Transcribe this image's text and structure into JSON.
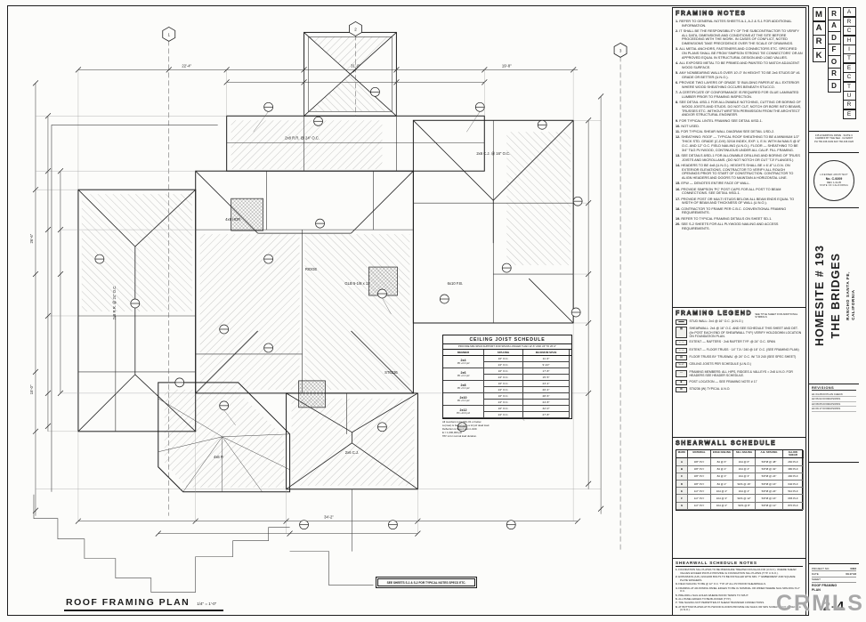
{
  "sheet": {
    "watermark": "CRMLS"
  },
  "plan": {
    "title": "ROOF FRAMING PLAN",
    "scale": "1/4\" = 1'-0\"",
    "note_box": "SEE SHEETS S-1 & S-2 FOR TYPICAL NOTES SPECS ETC.",
    "grid_bubbles": [
      "1",
      "2",
      "3"
    ],
    "dim_labels": [
      "22'-4\"",
      "31'-0\"",
      "19'-8\"",
      "26'-6\"",
      "15'-0\"",
      "34'-2\""
    ],
    "labels": [
      "2x8 R.R. @ 24\" O.C.",
      "2x6 C.J. @ 16\" O.C.",
      "4x8 HDR",
      "GLB 5-1/8 x 12",
      "6x10 F.B.",
      "2x6 C.J.",
      "4x6 P.",
      "ST6236",
      "2x8 R.R. @ 24\" O.C.",
      "RIDGE"
    ]
  },
  "framing_notes": {
    "title": "FRAMING NOTES",
    "notes": [
      "REFER TO GENERAL NOTES SHEETS A-1, A-2 & S-1 FOR ADDITIONAL INFORMATION.",
      "IT SHALL BE THE RESPONSIBILITY OF THE SUBCONTRACTOR TO VERIFY ALL DATA, DIMENSIONS AND CONDITIONS AT THE SITE BEFORE PROCEEDING WITH THE WORK. IN CASES OF CONFLICT, NOTED DIMENSIONS TAKE PRECEDENCE OVER THE SCALE OF DRAWINGS.",
      "ALL METAL ANCHORS, FASTENERS AND CONNECTORS ETC. SPECIFIED ON PLANS SHALL BE FROM 'SIMPSON STRONG TIE CONNECTORS' OR AN APPROVED EQUAL IN STRUCTURAL DESIGN AND LOAD VALUES.",
      "ALL EXPOSED METAL TO BE PRIMED AND PAINTED TO MATCH ADJACENT WOOD SURFACE.",
      "ANY NONBEARING WALLS OVER 10'-0\" IN HEIGHT TO BE 2x6 STUDS DF #1 GRADE OR BETTER (U.N.O.).",
      "PROVIDE TWO LAYERS OF GRADE 'D' BUILDING PAPER AT ALL EXTERIOR WHERE WOOD SHEATHING OCCURS BENEATH STUCCO.",
      "A CERTIFICATE OF CONFORMANCE IS REQUIRED FOR GLUE LAMINATED LUMBER PRIOR TO FRAMING INSPECTION.",
      "SEE DETAIL 4/SD-1 FOR ALLOWABLE NOTCHING, CUTTING OR BORING OF WOOD JOISTS AND STUDS. DO NOT CUT, NOTCH OR BORE INTO BEAMS, TRUSSES ETC. WITHOUT WRITTEN PERMISSION FROM THE ARCHITECT AND/OR STRUCTURAL ENGINEER.",
      "FOR TYPICAL LINTEL FRAMING SEE DETAIL 6/SD-1.",
      "NOT USED.",
      "FOR TYPICAL SHEAR WALL DIAGRAM SEE DETAIL 1/SD-2.",
      "SHEATHING:  ROOF — TYPICAL ROOF SHEATHING TO BE A MINIMUM 1/2\" THICK STD. GRADE (C-D/X) 32/16 INDEX, EXP. 1, E.N. WITH 8d NAILS @ 6\" O.C. AND 12\" O.C. FIELD NAILING (U.N.O.).  FLOOR — SHEATHING TO BE 3/4\" T&G PLYWOOD, CONTINUOUS UNDER ALL CALIF. FILL FRAMING.",
      "SEE DETAILS 8/SD-1 FOR ALLOWABLE DRILLING AND BORING OF TRUSS JOISTS AND MICROLLAMS. (DO NOT NOTCH OR CUT 'TJI' FLANGES.)",
      "HEADERS TO BE 4x8 (U.N.O.). HEIGHTS SHALL BE ± 6'-8\" U.O.N. ON EXTERIOR ELEVATIONS. CONTRACTOR TO VERIFY ALL ROUGH OPENINGS PRIOR TO START OF CONSTRUCTION. CONTRACTOR TO ALIGN HEADERS AND DOORS TO MAINTAIN A HORIZONTAL LINE.",
      "EFW — DENOTES ENTIRE FACE OF WALL.",
      "PROVIDE SIMPSON 'PC' POST CAPS FOR ALL POST TO BEAM CONNECTIONS. SEE DETAIL 9/SD-1.",
      "PROVIDE POST OR MULTI STUDS BELOW ALL BEAM ENDS EQUAL TO WIDTH OF BEAM AND THICKNESS OF WALL (U.N.O.).",
      "CONTRACTOR TO FRAME PER C.B.C. CONVENTIONAL FRAMING REQUIREMENTS.",
      "REFER TO TYPICAL FRAMING DETAILS ON SHEET SD-1.",
      "SEE S-2 SHEETS FOR ALL PLYWOOD NAILING AND ACCESS REQUIREMENTS."
    ]
  },
  "framing_legend": {
    "title": "FRAMING LEGEND",
    "title_note": "SEE TITLE SHEET FOR ADDITIONAL SYMBOLS",
    "items": [
      {
        "sym": "▬▬",
        "text": "STUD WALL: 2x4 @ 16\" O.C. (U.N.O.)"
      },
      {
        "sym": "▦",
        "text": "SHEARWALL: 2x4 @ 16\" O.C. AND SEE SCHEDULE THIS SHEET AND DET. (4x POST EACH END OF SHEARWALL TYP.) VERIFY HOLDDOWN LOCATION ON FOUNDATION PLAN."
      },
      {
        "sym": "←→",
        "text": "EXTENT — RAFTERS · 2x6 RAFTER TYP. @ 24\" O.C. SPAN"
      },
      {
        "sym": "←→",
        "text": "EXTENT — FLOOR TRUSS · 14\" TJI / 240 @ 16\" O.C. (SEE FRAMING PLAN)"
      },
      {
        "sym": "▤",
        "text": "FLOOR TRUSS BY 'TRUSWAL' @ 24\" O.C. W/ TJI 240 (SEE SPEC SHEET)"
      },
      {
        "sym": "C.J.",
        "text": "CEILING JOISTS PER SCHEDULE (U.N.O.)"
      },
      {
        "sym": "—",
        "text": "FRAMING MEMBERS: ALL HIPS, RIDGES & VALLEYS = 2x8 U.N.O. FOR HEADERS SEE HEADER SCHEDULE."
      },
      {
        "sym": "■",
        "text": "POST LOCATION — SEE FRAMING NOTE # 17"
      },
      {
        "sym": "⊠",
        "text": "ST6236 (W) TYPICAL U.N.O."
      }
    ]
  },
  "shearwall_schedule": {
    "title": "SHEARWALL SCHEDULE",
    "columns": [
      "MARK",
      "MATERIAL",
      "EDGE NAILING",
      "SILL NAILING",
      "A.B. SPACING",
      "ALLOW. SHEAR"
    ],
    "rows": [
      {
        "mark": "A",
        "mat": "3/8\" PLY",
        "edge": "8d @ 6\"",
        "sill": "16d @ 6\"",
        "ab": "5/8\"Ø @ 48\"",
        "plf": "260 PLF"
      },
      {
        "mark": "B",
        "mat": "3/8\" PLY",
        "edge": "8d @ 4\"",
        "sill": "16d @ 4\"",
        "ab": "5/8\"Ø @ 32\"",
        "plf": "380 PLF"
      },
      {
        "mark": "C",
        "mat": "3/8\" PLY",
        "edge": "8d @ 3\"",
        "sill": "16d @ 3\"",
        "ab": "5/8\"Ø @ 24\"",
        "plf": "490 PLF"
      },
      {
        "mark": "D",
        "mat": "3/8\" PLY",
        "edge": "8d @ 2\"",
        "sill": "SDS @ 16\"",
        "ab": "5/8\"Ø @ 16\"",
        "plf": "640 PLF"
      },
      {
        "mark": "E",
        "mat": "1/2\" PLY",
        "edge": "10d @ 4\"",
        "sill": "16d @ 4\"",
        "ab": "5/8\"Ø @ 24\"",
        "plf": "510 PLF"
      },
      {
        "mark": "F",
        "mat": "1/2\" PLY",
        "edge": "10d @ 3\"",
        "sill": "SDS @ 12\"",
        "ab": "5/8\"Ø @ 16\"",
        "plf": "665 PLF"
      },
      {
        "mark": "G",
        "mat": "1/2\" PLY",
        "edge": "10d @ 2\"",
        "sill": "SDS @ 8\"",
        "ab": "5/8\"Ø @ 12\"",
        "plf": "870 PLF"
      }
    ]
  },
  "shearwall_notes": {
    "title": "SHEARWALL SCHEDULE NOTES",
    "notes": [
      "FOUNDATION SILL PLATES TO BE PRESSURE TREATED DOUGLAS FIR (U.N.O.). WHERE SHEAR VALUES EXCEED 350 PLF PROVIDE 3x FOUNDATION SILL PLATES (TYP. U.N.O.).",
      "EXPANSION (A.B.) ANCHOR BOLTS TO BE INSTALLED WITH MIN. 7\" EMBEDMENT AND SQUARE PLATE WASHERS.",
      "FIELD NAILING TO BE @ 12\" O.C. TYP. AT ALL PLYWOOD SHEARWALLS.",
      "FRAMING AT ADJOINING PANEL EDGES TO BE 3x NOMINAL OR WIDER WHERE NAIL SPACING IS 2\" O.C.",
      "PRE-DRILL NAIL HOLES WHERE WOOD TENDS TO SPLIT.",
      "ALL PANEL EDGES TO BE BLOCKED (TYP.).",
      "TOE NAILING NOT PERMITTED AT SHEAR TRANSFER CONNECTIONS.",
      "AT BOTTOM PLATES AT PLYWOOD FLOORS PROVIDE 16d NAILS OR SDS SCREWS PER SCHEDULE (U.N.O.)."
    ]
  },
  "cj_schedule": {
    "title": "CEILING JOIST SCHEDULE",
    "subtitle": "PROVIDE MID-SPAN SUPPORT FOR SPANS LONGER THAN 12'-6\" AND UP TO 26'-0\"",
    "col_member": "MEMBER",
    "col_spacing": "SPACING",
    "col_span": "MAXIMUM SPAN",
    "rows": [
      {
        "member": "2x4",
        "pd": "PD +0.0 psf",
        "s1": "16\" O.C.",
        "v1": "11'-3\"",
        "s2": "24\" O.C.",
        "v2": "9'-10\""
      },
      {
        "member": "2x6",
        "pd": "PD +0.0 psf",
        "s1": "16\" O.C.",
        "v1": "17'-8\"",
        "s2": "24\" O.C.",
        "v2": "15'-5\""
      },
      {
        "member": "2x8",
        "pd": "PD +5.0 psf",
        "s1": "16\" O.C.",
        "v1": "23'-4\"",
        "s2": "24\" O.C.",
        "v2": "20'-4\""
      },
      {
        "member": "2x10",
        "pd": "PD +5.0 psf",
        "s1": "16\" O.C.",
        "v1": "28'-6\"",
        "s2": "24\" O.C.",
        "v2": "24'-8\""
      },
      {
        "member": "2x12",
        "pd": "PD +10.0 psf",
        "s1": "16\" O.C.",
        "v1": "32'-0\"",
        "s2": "24\" O.C.",
        "v2": "27'-8\""
      }
    ],
    "footnotes": [
      "All members to be DFL #1 or better.",
      "Lu(max) is based upon a 12 psf dead load.",
      "Deflection is based upon L/240.",
      "E = 1,600,000 psi",
      "'PD' is for normal load duration."
    ]
  },
  "title_block": {
    "firm": {
      "col1": [
        "M",
        "A",
        "R",
        "K"
      ],
      "col2": [
        "R",
        "A",
        "D",
        "F",
        "O",
        "R",
        "D"
      ],
      "col3": [
        "A",
        "R",
        "C",
        "H",
        "I",
        "T",
        "E",
        "C",
        "T",
        "U",
        "R",
        "E"
      ],
      "contact_lines": [
        "135 LIVERPOOL DRIVE · SUITE C",
        "CARDIFF BY THE SEA · CA 92007",
        "PH 760.436.0149  FAX 760.436.0126"
      ]
    },
    "stamp": {
      "line1": "LICENSED ARCHITECT",
      "line2": "No. C-9209",
      "line3": "REN. 1-31-05",
      "line4": "STATE OF CALIFORNIA"
    },
    "project_name_1": "HOMESITE # 193",
    "project_name_2": "THE BRIDGES",
    "location_1": "RANCHO SANTA FE,",
    "location_2": "CALIFORNIA",
    "revisions": {
      "label": "REVISIONS",
      "rows": [
        "Δ1  04.28.03  PLAN CHECK",
        "Δ2  06.02.03  REVISIONS",
        "Δ3  08.05.03  REVISIONS",
        "Δ4  09.17.03  REVISIONS"
      ]
    },
    "info": {
      "project_no_label": "PROJECT NO.",
      "project_no": "0303",
      "date_label": "DATE",
      "date": "03.17.03",
      "sheet_label": "SHEET",
      "sheet_title_1": "ROOF FRAMING",
      "sheet_title_2": "PLAN",
      "sheet_number": "2-4"
    }
  }
}
